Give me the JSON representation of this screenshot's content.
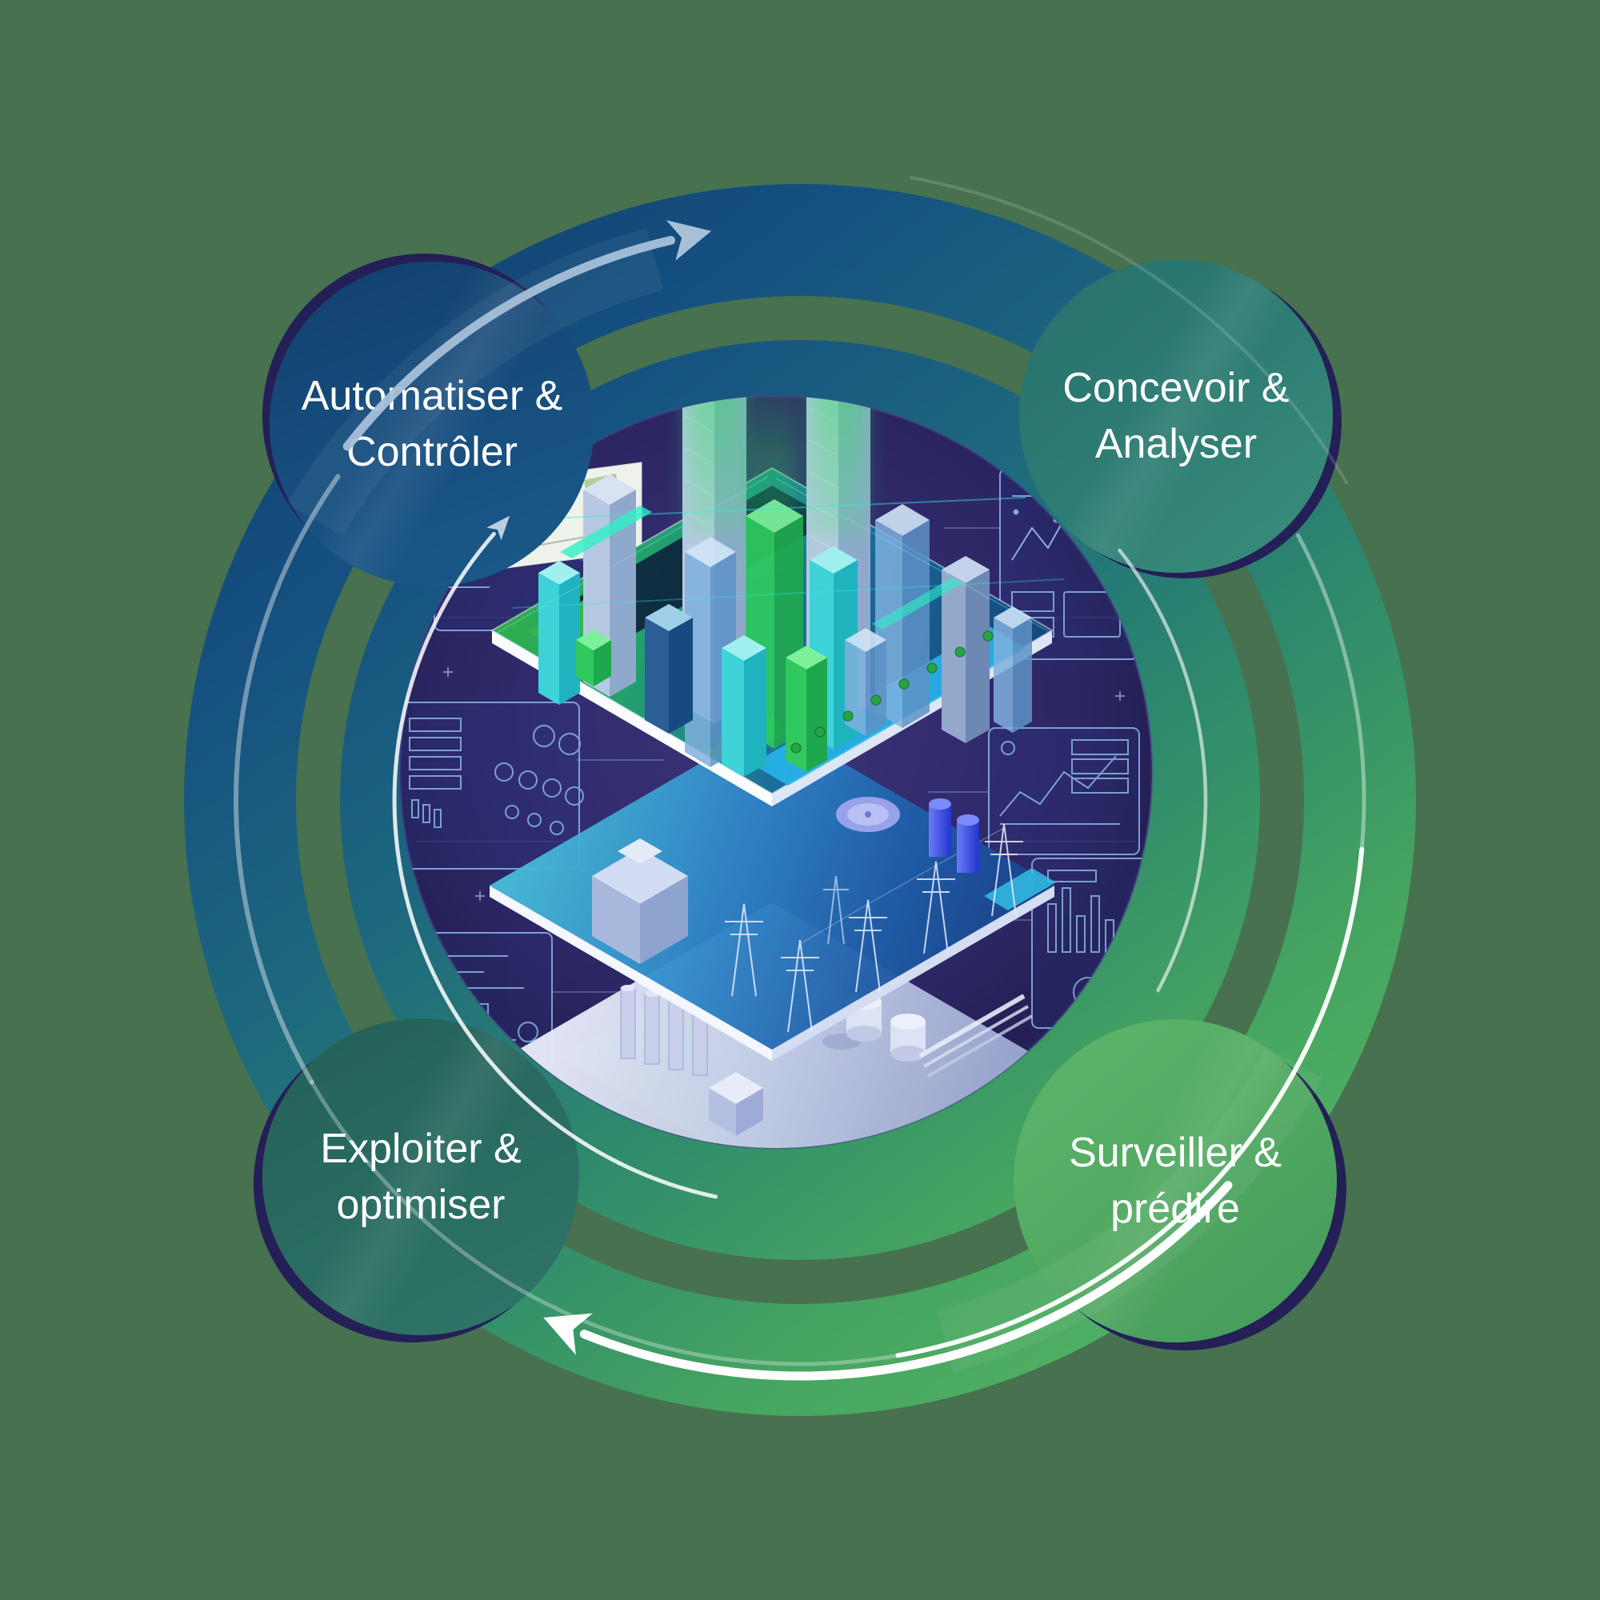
{
  "diagram": {
    "background_color": "#47714f",
    "flow_direction": "clockwise",
    "stages": [
      {
        "id": "automate",
        "position": "top-left",
        "line1": "Automatiser &",
        "line2": "Contrôler",
        "circle_color": "#174e7e"
      },
      {
        "id": "design",
        "position": "top-right",
        "line1": "Concevoir &",
        "line2": "Analyser",
        "circle_color": "#2e7d74"
      },
      {
        "id": "operate",
        "position": "bottom-left",
        "line1": "Exploiter &",
        "line2": "optimiser",
        "circle_color": "#296b60"
      },
      {
        "id": "monitor",
        "position": "bottom-right",
        "line1": "Surveiller &",
        "line2": "prédire",
        "circle_color": "#51a961"
      }
    ],
    "rings": {
      "gradient_colors": [
        "#0f3c6a",
        "#155080",
        "#1e6a7e",
        "#2f8a6c",
        "#47a660",
        "#55b566"
      ],
      "count": 2
    },
    "arrows": {
      "primary_color": "#ffffff",
      "secondary_color": "#a7c0d8",
      "direction": "clockwise"
    },
    "center_illustration": {
      "name": "layered-digital-twin-city",
      "background_color": "#2e2965",
      "layers": [
        "city",
        "power-grid",
        "industrial-plant",
        "terrain"
      ]
    }
  }
}
